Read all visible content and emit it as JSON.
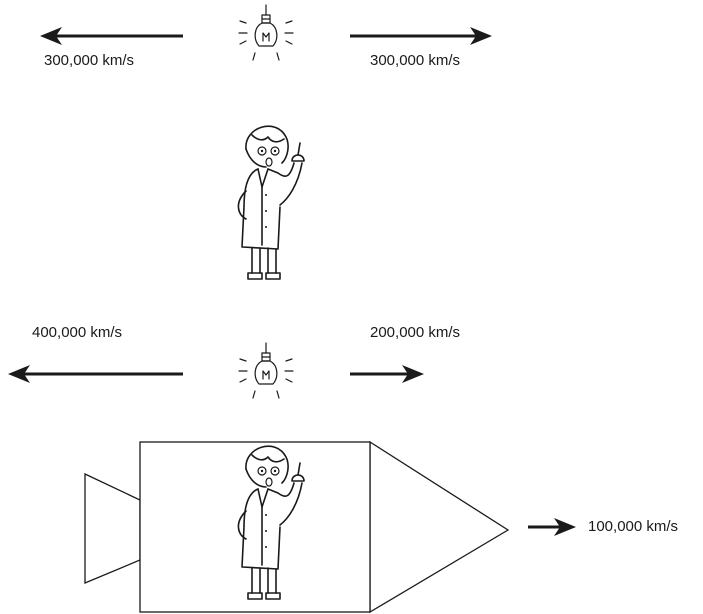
{
  "scene_top": {
    "light_speed_left": "300,000 km/s",
    "light_speed_right": "300,000 km/s"
  },
  "scene_bottom": {
    "light_speed_left": "400,000 km/s",
    "light_speed_right": "200,000 km/s",
    "ship_speed": "100,000 km/s"
  }
}
